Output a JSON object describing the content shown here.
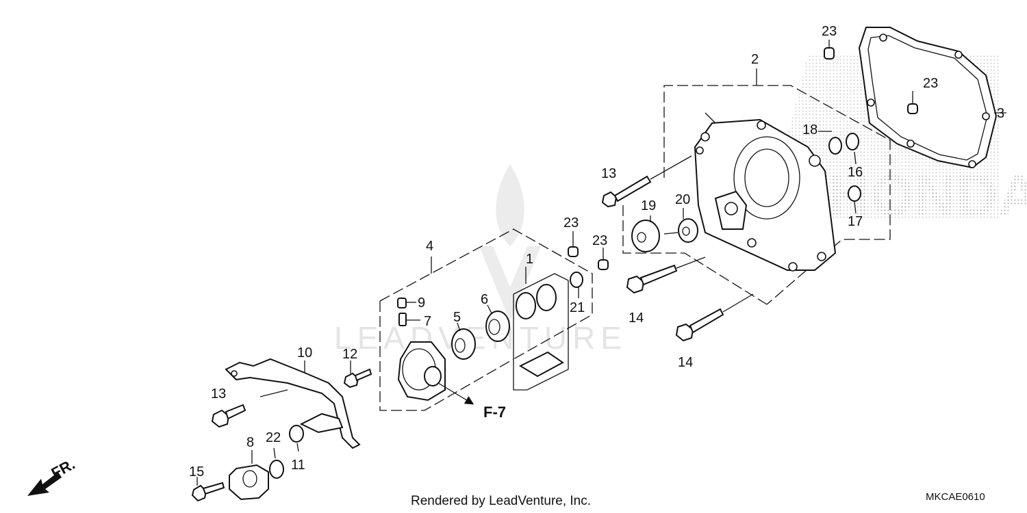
{
  "labels": {
    "p1": "1",
    "p2": "2",
    "p3": "3",
    "p4": "4",
    "p5": "5",
    "p6": "6",
    "p7": "7",
    "p8": "8",
    "p9": "9",
    "p10": "10",
    "p11": "11",
    "p12": "12",
    "p13a": "13",
    "p13b": "13",
    "p14a": "14",
    "p14b": "14",
    "p15": "15",
    "p16": "16",
    "p17": "17",
    "p18": "18",
    "p19": "19",
    "p20": "20",
    "p21": "21",
    "p22": "22",
    "p23a": "23",
    "p23b": "23",
    "p23c": "23",
    "p23d": "23"
  },
  "ref": "F-7",
  "front_label": "FR.",
  "footer": "Rendered by LeadVenture, Inc.",
  "diagram_code": "MKCAE0610",
  "watermark": "LEADVENTURE",
  "brand_watermark": "HONDA"
}
